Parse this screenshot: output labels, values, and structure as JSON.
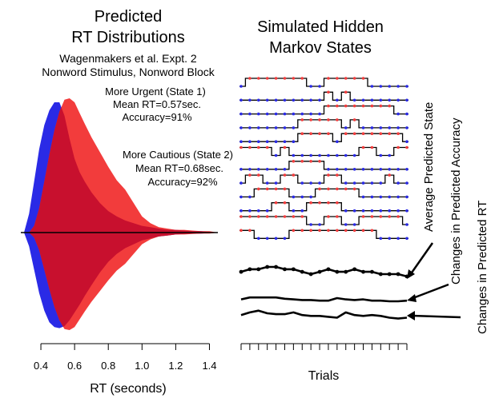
{
  "colors": {
    "state1": "#2a2ae6",
    "state2": "#f23c3c",
    "overlap": "#c8102e",
    "line": "#000000"
  },
  "left_panel": {
    "title_line1": "Predicted",
    "title_line2": "RT Distributions",
    "subtitle_line1": "Wagenmakers et al. Expt. 2",
    "subtitle_line2": "Nonword Stimulus, Nonword Block",
    "state1_label": "More Urgent (State 1)",
    "state1_mean": "Mean RT=0.57sec.",
    "state1_acc": "Accuracy=91%",
    "state2_label": "More Cautious (State 2)",
    "state2_mean": "Mean RT=0.68sec.",
    "state2_acc": "Accuracy=92%",
    "xlabel": "RT (seconds)"
  },
  "right_panel": {
    "title_line1": "Simulated Hidden",
    "title_line2": "Markov States",
    "xlabel": "Trials",
    "label_state": "Average Predicted State",
    "label_accuracy": "Changes in Predicted Accuracy",
    "label_rt": "Changes in Predicted RT"
  },
  "chart_data": [
    {
      "type": "area",
      "title": "Predicted RT Distributions",
      "xlabel": "RT (seconds)",
      "xlim": [
        0.3,
        1.45
      ],
      "x_ticks": [
        "0.4",
        "0.6",
        "0.8",
        "1.0",
        "1.2",
        "1.4"
      ],
      "mirrored": true,
      "series": [
        {
          "name": "More Urgent (State 1)",
          "color": "#2a2ae6",
          "x": [
            0.3,
            0.33,
            0.36,
            0.39,
            0.42,
            0.45,
            0.48,
            0.51,
            0.54,
            0.57,
            0.6,
            0.63,
            0.66,
            0.7,
            0.75,
            0.8,
            0.85,
            0.9,
            0.95,
            1.0,
            1.05,
            1.1,
            1.15,
            1.2,
            1.25,
            1.3,
            1.35,
            1.4,
            1.45
          ],
          "upper": [
            0.0,
            0.14,
            0.38,
            0.62,
            0.8,
            0.91,
            0.97,
            0.97,
            0.87,
            0.7,
            0.55,
            0.45,
            0.38,
            0.3,
            0.22,
            0.16,
            0.12,
            0.09,
            0.07,
            0.05,
            0.04,
            0.03,
            0.02,
            0.02,
            0.015,
            0.01,
            0.01,
            0.005,
            0.0
          ],
          "lower": [
            0.0,
            0.14,
            0.38,
            0.62,
            0.8,
            0.92,
            0.97,
            0.98,
            0.96,
            0.9,
            0.82,
            0.74,
            0.65,
            0.54,
            0.41,
            0.3,
            0.22,
            0.16,
            0.12,
            0.08,
            0.06,
            0.04,
            0.03,
            0.02,
            0.015,
            0.01,
            0.01,
            0.005,
            0.0
          ]
        },
        {
          "name": "More Cautious (State 2)",
          "color": "#f23c3c",
          "x": [
            0.3,
            0.33,
            0.36,
            0.39,
            0.42,
            0.45,
            0.48,
            0.51,
            0.54,
            0.57,
            0.6,
            0.63,
            0.66,
            0.7,
            0.75,
            0.8,
            0.85,
            0.9,
            0.95,
            1.0,
            1.05,
            1.1,
            1.15,
            1.2,
            1.25,
            1.3,
            1.35,
            1.4,
            1.45
          ],
          "upper": [
            0.0,
            0.0,
            0.05,
            0.18,
            0.38,
            0.58,
            0.76,
            0.9,
            0.99,
            1.0,
            0.97,
            0.89,
            0.81,
            0.71,
            0.6,
            0.49,
            0.39,
            0.32,
            0.22,
            0.12,
            0.07,
            0.04,
            0.03,
            0.02,
            0.02,
            0.015,
            0.01,
            0.01,
            0.0
          ],
          "lower": [
            0.0,
            0.0,
            0.05,
            0.18,
            0.38,
            0.58,
            0.76,
            0.9,
            0.99,
            1.0,
            0.97,
            0.89,
            0.81,
            0.71,
            0.6,
            0.49,
            0.39,
            0.32,
            0.22,
            0.12,
            0.07,
            0.04,
            0.03,
            0.02,
            0.02,
            0.015,
            0.01,
            0.01,
            0.0
          ]
        }
      ]
    },
    {
      "type": "line",
      "title": "Simulated Hidden Markov States",
      "xlabel": "Trials",
      "n_trials": 20,
      "state_sequences": [
        [
          0,
          1,
          1,
          1,
          1,
          1,
          1,
          1,
          0,
          0,
          1,
          1,
          1,
          1,
          1,
          0,
          0,
          0,
          0,
          0
        ],
        [
          0,
          0,
          0,
          0,
          0,
          0,
          0,
          0,
          0,
          0,
          1,
          0,
          1,
          0,
          0,
          0,
          0,
          0,
          0,
          0
        ],
        [
          0,
          0,
          0,
          0,
          0,
          0,
          0,
          0,
          0,
          0,
          1,
          1,
          1,
          1,
          1,
          1,
          1,
          1,
          0,
          0
        ],
        [
          0,
          0,
          0,
          0,
          0,
          0,
          0,
          1,
          1,
          1,
          1,
          1,
          0,
          1,
          0,
          0,
          0,
          0,
          0,
          0
        ],
        [
          0,
          0,
          0,
          0,
          0,
          0,
          0,
          1,
          1,
          1,
          1,
          0,
          1,
          1,
          1,
          1,
          1,
          1,
          1,
          0
        ],
        [
          1,
          1,
          1,
          1,
          0,
          1,
          0,
          0,
          0,
          0,
          0,
          0,
          0,
          0,
          1,
          1,
          0,
          0,
          1,
          1
        ],
        [
          0,
          0,
          0,
          0,
          0,
          0,
          1,
          1,
          1,
          1,
          0,
          0,
          0,
          0,
          0,
          0,
          0,
          0,
          0,
          0
        ],
        [
          0,
          1,
          1,
          0,
          0,
          1,
          1,
          0,
          0,
          0,
          1,
          1,
          0,
          0,
          0,
          0,
          0,
          1,
          0,
          0
        ],
        [
          0,
          0,
          1,
          1,
          1,
          1,
          0,
          0,
          0,
          1,
          1,
          1,
          1,
          1,
          0,
          0,
          0,
          0,
          0,
          0
        ],
        [
          0,
          0,
          0,
          0,
          1,
          1,
          0,
          0,
          1,
          1,
          1,
          1,
          0,
          0,
          0,
          0,
          0,
          0,
          0,
          0
        ],
        [
          1,
          1,
          1,
          1,
          1,
          1,
          1,
          1,
          0,
          0,
          1,
          1,
          0,
          0,
          1,
          1,
          1,
          1,
          1,
          0
        ],
        [
          1,
          1,
          0,
          0,
          0,
          0,
          1,
          1,
          1,
          1,
          1,
          1,
          1,
          1,
          1,
          1,
          0,
          0,
          0,
          0
        ]
      ],
      "average_state": [
        0.33,
        0.42,
        0.42,
        0.5,
        0.5,
        0.42,
        0.42,
        0.33,
        0.25,
        0.33,
        0.42,
        0.33,
        0.33,
        0.42,
        0.33,
        0.33,
        0.25,
        0.25,
        0.25,
        0.17
      ],
      "accuracy_change": [
        0.4,
        0.55,
        0.55,
        0.55,
        0.55,
        0.45,
        0.4,
        0.35,
        0.35,
        0.3,
        0.3,
        0.5,
        0.4,
        0.35,
        0.4,
        0.3,
        0.3,
        0.25,
        0.25,
        0.3
      ],
      "rt_change": [
        0.4,
        0.55,
        0.65,
        0.5,
        0.45,
        0.45,
        0.55,
        0.4,
        0.35,
        0.35,
        0.3,
        0.25,
        0.55,
        0.4,
        0.35,
        0.4,
        0.35,
        0.25,
        0.2,
        0.25
      ]
    }
  ]
}
